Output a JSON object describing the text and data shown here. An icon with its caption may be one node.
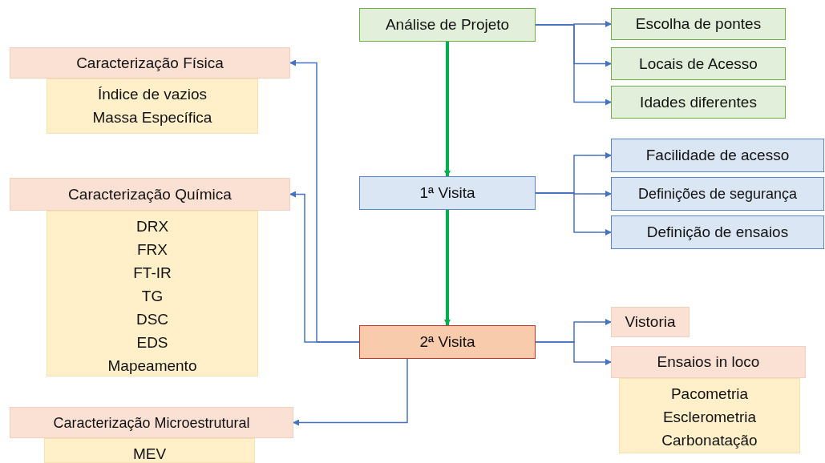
{
  "diagram": {
    "nodes": [
      {
        "text": [
          "Análise de Projeto"
        ]
      },
      {
        "text": [
          "Escolha de pontes"
        ]
      },
      {
        "text": [
          "Locais de Acesso"
        ]
      },
      {
        "text": [
          "Idades diferentes"
        ]
      },
      {
        "text": [
          "Caracterização Física"
        ]
      },
      {
        "text": [
          "Índice de vazios",
          "Massa Específica"
        ]
      },
      {
        "text": [
          "1ª Visita"
        ]
      },
      {
        "text": [
          "Facilidade de acesso"
        ]
      },
      {
        "text": [
          "Definições de segurança"
        ]
      },
      {
        "text": [
          "Definição de ensaios"
        ]
      },
      {
        "text": [
          "Caracterização Química"
        ]
      },
      {
        "text": [
          "DRX",
          "FRX",
          "FT-IR",
          "TG",
          "DSC",
          "EDS",
          "Mapeamento"
        ]
      },
      {
        "text": [
          "2ª Visita"
        ]
      },
      {
        "text": [
          "Vistoria"
        ]
      },
      {
        "text": [
          "Ensaios in loco"
        ]
      },
      {
        "text": [
          "Pacometria",
          "Esclerometria",
          "Carbonatação"
        ]
      },
      {
        "text": [
          "Caracterização Microestrutural"
        ]
      },
      {
        "text": [
          "MEV"
        ]
      }
    ],
    "edges": [
      {
        "from": 0,
        "to": 6,
        "arrow": "to",
        "style": "thick",
        "color": "#00b050"
      },
      {
        "from": 6,
        "to": 12,
        "arrow": "to",
        "style": "thick",
        "color": "#00b050"
      },
      {
        "from": 0,
        "to": 1,
        "arrow": "to"
      },
      {
        "from": 0,
        "to": 2,
        "arrow": "to"
      },
      {
        "from": 0,
        "to": 3,
        "arrow": "to"
      },
      {
        "from": 6,
        "to": 7,
        "arrow": "to"
      },
      {
        "from": 6,
        "to": 8,
        "arrow": "to"
      },
      {
        "from": 6,
        "to": 9,
        "arrow": "to"
      },
      {
        "from": 12,
        "to": 4,
        "arrow": "to"
      },
      {
        "from": 12,
        "to": 10,
        "arrow": "to"
      },
      {
        "from": 12,
        "to": 13,
        "arrow": "to"
      },
      {
        "from": 12,
        "to": 14,
        "arrow": "to"
      },
      {
        "from": 12,
        "to": 16,
        "arrow": "to"
      }
    ]
  }
}
